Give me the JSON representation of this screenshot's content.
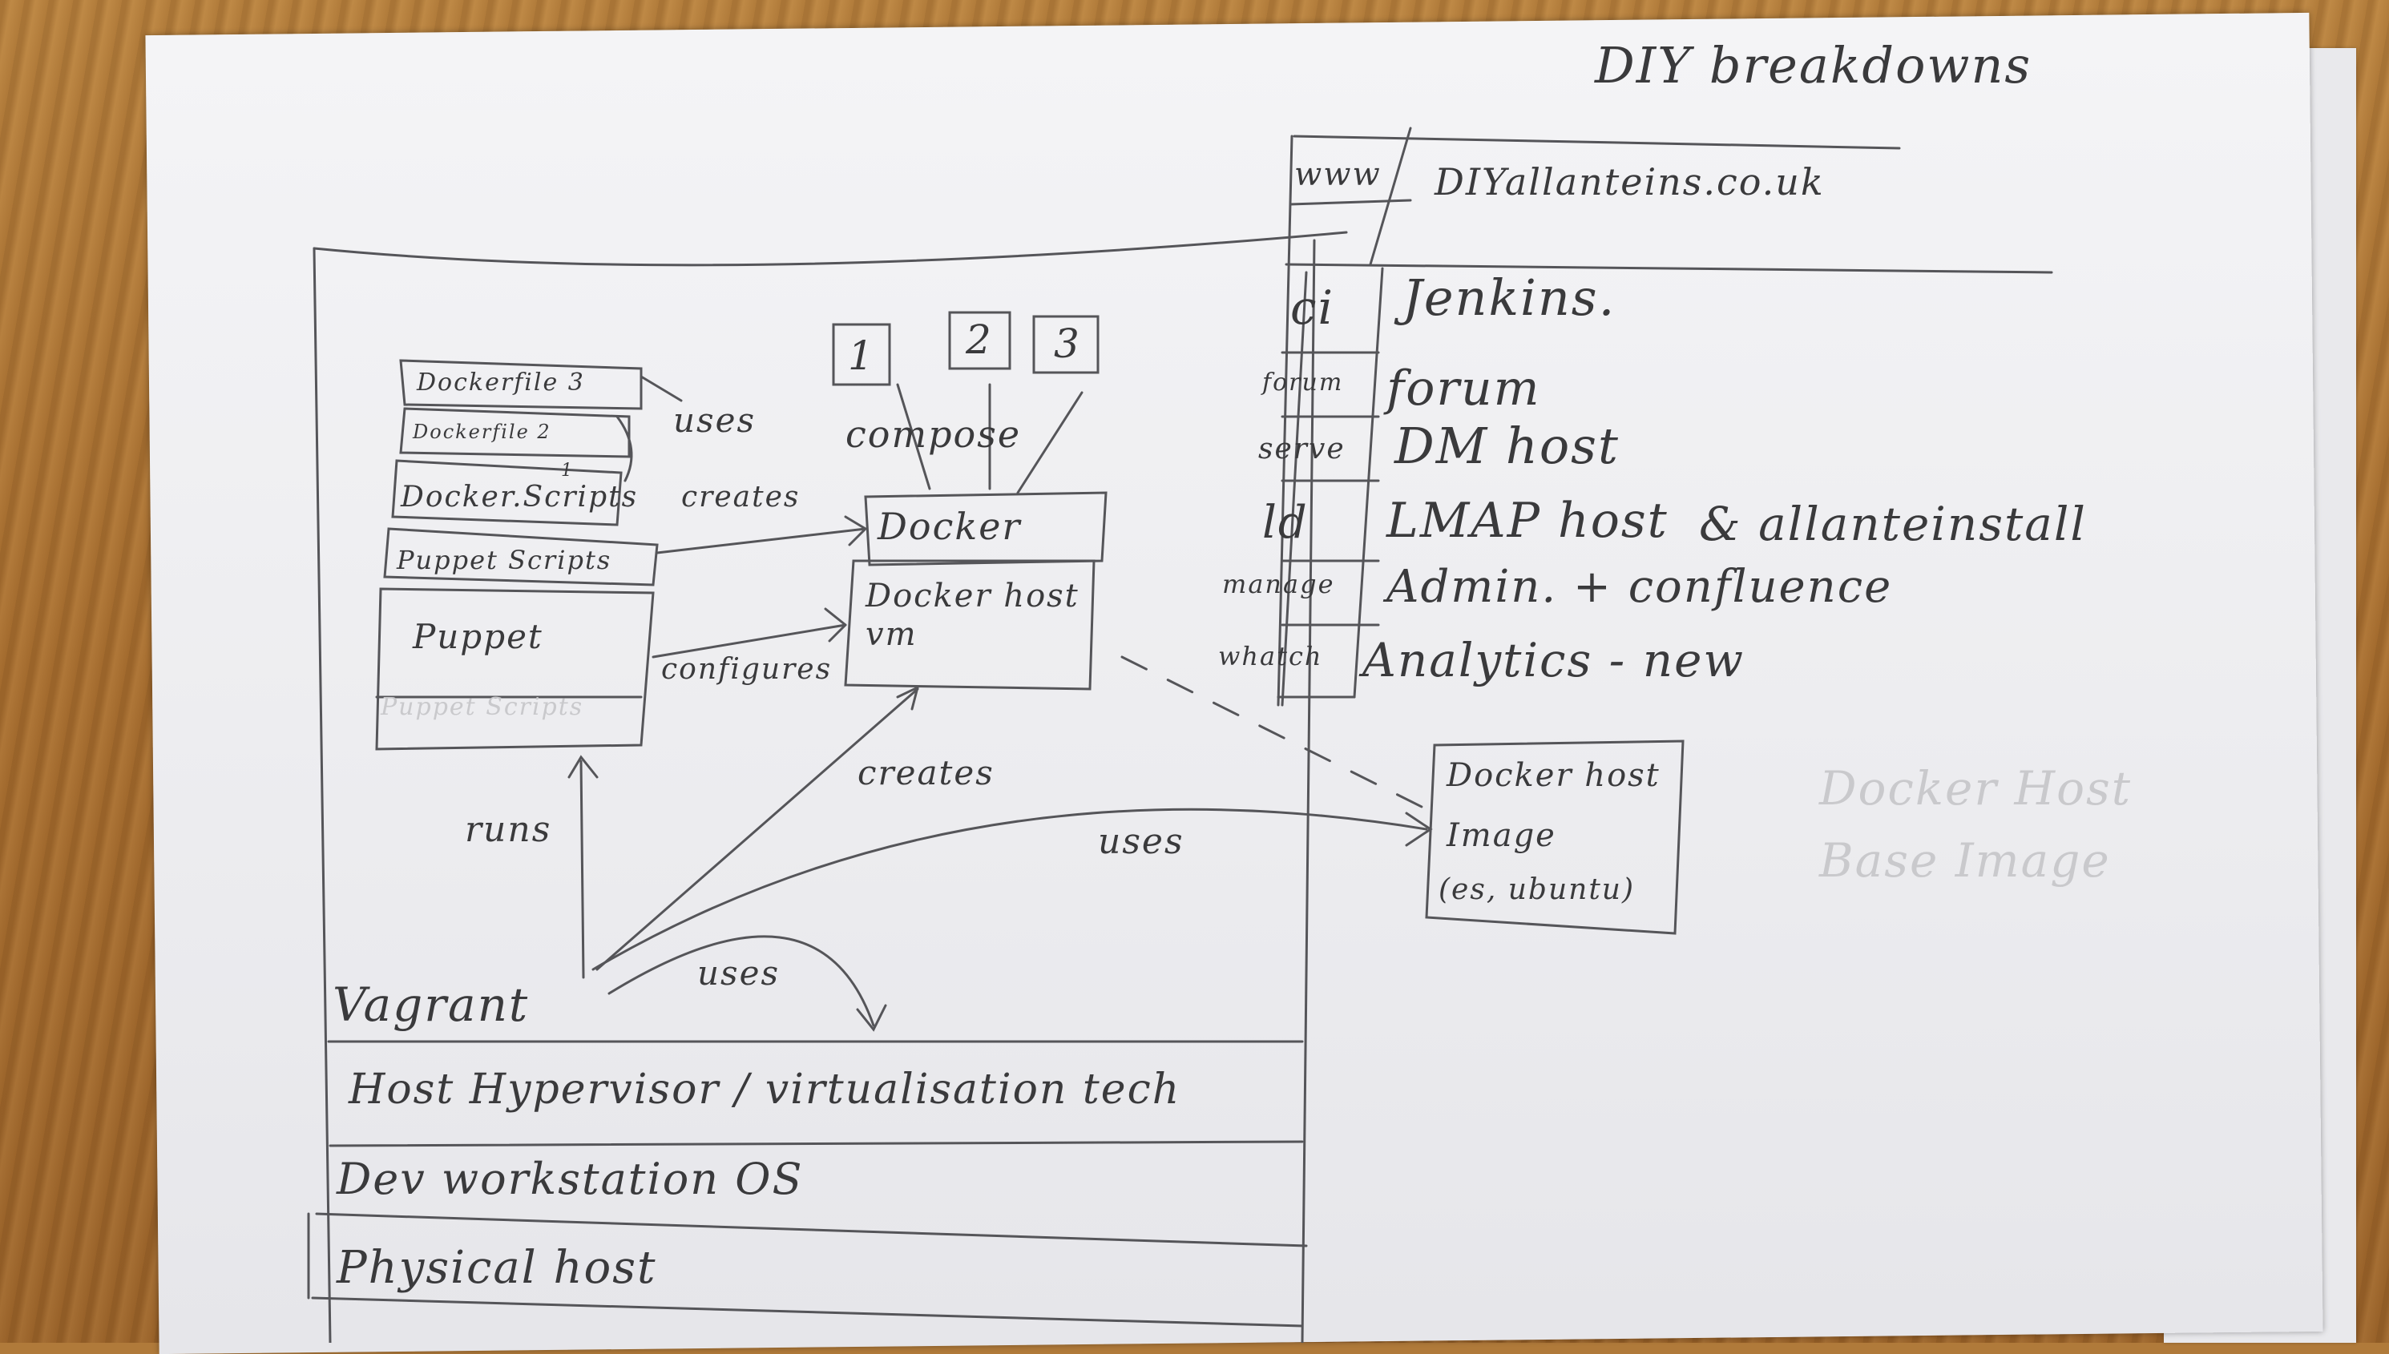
{
  "title": "DIY breakdowns",
  "legend": {
    "rows": [
      {
        "key": "www",
        "value": "DIYallanteins.co.uk"
      },
      {
        "key": "ci",
        "value": "Jenkins."
      },
      {
        "key": "forum",
        "value": "forum"
      },
      {
        "key": "serve",
        "value": "DM host"
      },
      {
        "key": "ld",
        "value": "LMAP host"
      },
      {
        "key": "manage",
        "value": "Admin. + confluence"
      },
      {
        "key": "whatch",
        "value": "Analytics - new"
      }
    ],
    "ld_extra": "& allanteinstall"
  },
  "boxes": {
    "dockerfile3": "Dockerfile 3",
    "dockerfile2": "Dockerfile 2",
    "dockerfile1": "1",
    "dockerscript": "Docker.Scripts",
    "puppetscript": "Puppet Scripts",
    "puppet": "Puppet",
    "puppet_faint": "Puppet Scripts",
    "docker": "Docker",
    "docker_host_vm": "Docker host vm",
    "docker_host_image_1": "Docker host",
    "docker_host_image_2": "Image",
    "docker_host_image_3": "(es, ubuntu)",
    "container_1": "1",
    "container_2": "2",
    "container_3": "3",
    "compose": "compose"
  },
  "arrows": {
    "uses_top": "uses",
    "creates_top": "creates",
    "configures": "configures",
    "creates_mid": "creates",
    "runs": "runs",
    "uses_right": "uses",
    "uses_bottom": "uses"
  },
  "layers": {
    "vagrant": "Vagrant",
    "hypervisor": "Host Hypervisor / virtualisation tech",
    "os": "Dev workstation OS",
    "physical": "Physical host"
  },
  "faint_right": [
    "Docker Host",
    "Base Image"
  ]
}
